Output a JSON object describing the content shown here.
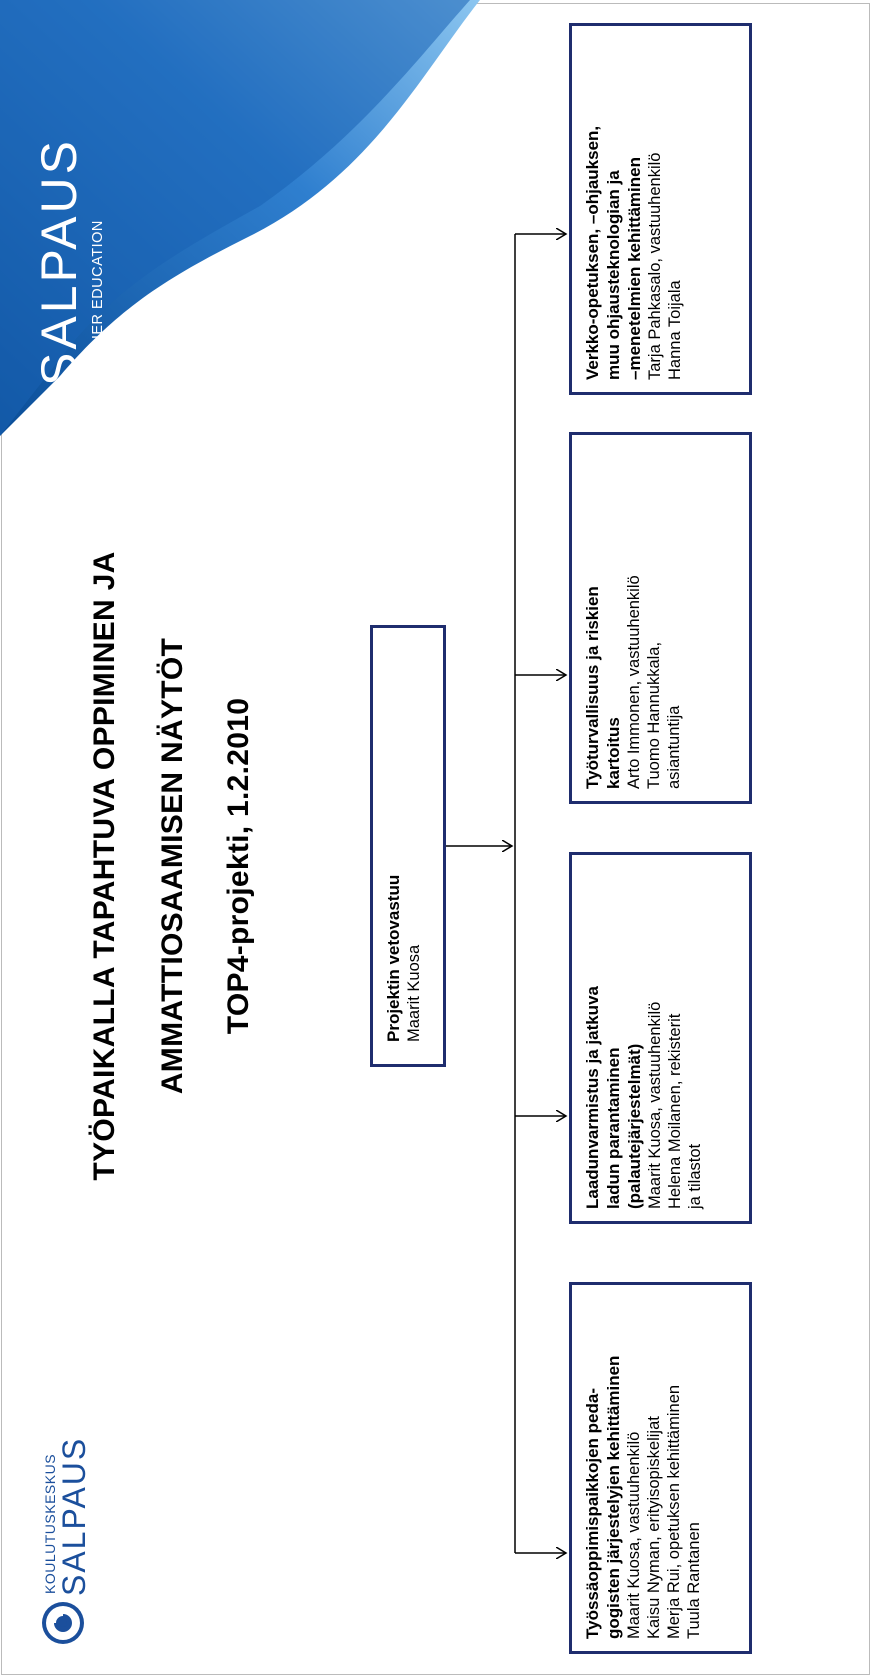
{
  "header": {
    "logo_top_line": "KOULUTUSKESKUS",
    "logo_bottom_line": "SALPAUS",
    "brand_main": "SALPAUS",
    "brand_sub": "FURTHER EDUCATION"
  },
  "title": {
    "line1": "TYÖPAIKALLA TAPAHTUVA OPPIMINEN JA",
    "line2": "AMMATTIOSAAMISEN NÄYTÖT",
    "line3": "TOP4-projekti, 1.2.2010"
  },
  "root_box": {
    "title": "Projektin vetovastuu",
    "body": "Maarit Kuosa"
  },
  "boxes": [
    {
      "title": "Työssäoppimispaikkojen peda-\ngogisten järjestelyjen kehittäminen",
      "body": "Maarit Kuosa, vastuuhenkilö\nKaisu Nyman, erityisopiskelijat\nMerja Rui, opetuksen kehittäminen\nTuula Rantanen"
    },
    {
      "title": "Laadunvarmistus ja jatkuva\nladun parantaminen\n(palautejärjestelmät)",
      "body": "Maarit Kuosa, vastuuhenkilö\nHelena Moilanen, rekisterit\nja tilastot"
    },
    {
      "title": "Työturvallisuus ja riskien\nkartoitus",
      "body": "Arto Immonen, vastuuhenkilö\nTuomo Hannukkala,\nasiantuntija"
    },
    {
      "title": "Verkko-opetuksen, –ohjauksen,\nmuu ohjausteknologian ja\n–menetelmien kehittäminen",
      "body": "Tarja Pahkasalo, vastuuhenkilö\nHanna Toijala"
    }
  ],
  "colors": {
    "box_border": "#1f2d6e",
    "brand_blue": "#1b4f9c",
    "banner_dark": "#0d5aa8",
    "banner_light": "#6db3e8"
  },
  "icons": {
    "logo": "salpaus-swirl-logo"
  }
}
